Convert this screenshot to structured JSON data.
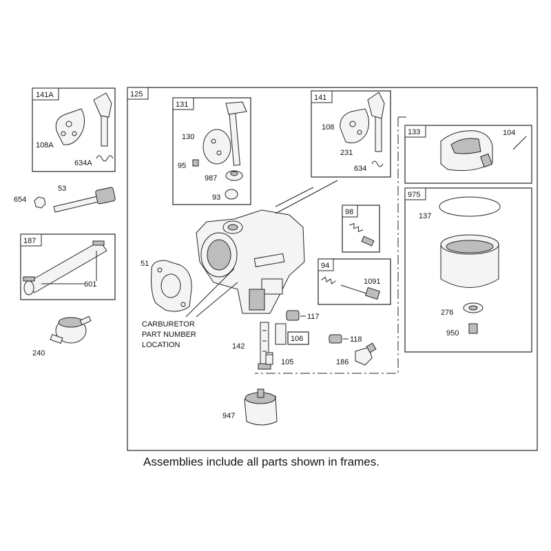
{
  "frames": {
    "f141A": "141A",
    "f125": "125",
    "f131": "131",
    "f141": "141",
    "f133": "133",
    "f975": "975",
    "f187": "187",
    "f98": "98",
    "f94": "94",
    "f106": "106"
  },
  "labels": {
    "l108A": "108A",
    "l634A": "634A",
    "l654": "654",
    "l53": "53",
    "l601": "601",
    "l240": "240",
    "l130": "130",
    "l95": "95",
    "l987": "987",
    "l93": "93",
    "l108": "108",
    "l231": "231",
    "l634": "634",
    "l104": "104",
    "l137": "137",
    "l276": "276",
    "l950": "950",
    "l51": "51",
    "l1091": "1091",
    "l117": "117",
    "l142": "142",
    "l118": "118",
    "l105": "105",
    "l186": "186",
    "l947": "947"
  },
  "note": {
    "line1": "CARBURETOR",
    "line2": "PART NUMBER",
    "line3": "LOCATION"
  },
  "caption": "Assemblies include all parts shown in frames."
}
